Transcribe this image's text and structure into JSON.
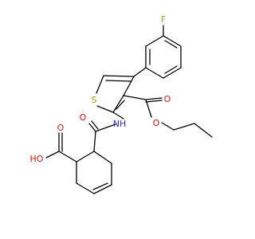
{
  "molecule": {
    "atoms": {
      "fluorine": "F",
      "sulfur": "S",
      "ester_carbonyl_oxygen": "O",
      "ester_ether_oxygen": "O",
      "amide_oxygen": "O",
      "amide_nitrogen": "NH",
      "acid_carbonyl_oxygen": "O",
      "acid_hydroxyl": "HO"
    }
  },
  "colors": {
    "bond": "#000000",
    "fluorine": "#7fb33a",
    "sulfur": "#b59a00",
    "oxygen": "#e5130d",
    "nitrogen": "#2d32d2"
  }
}
